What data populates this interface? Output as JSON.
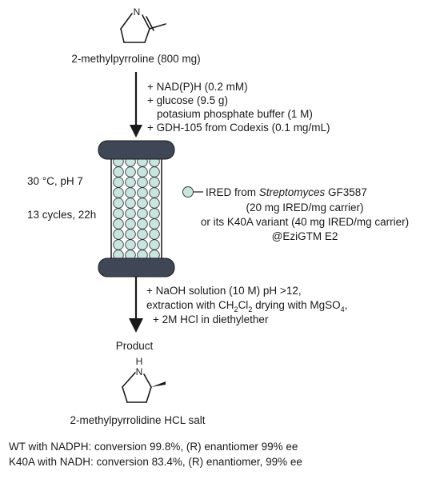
{
  "colors": {
    "ink": "#1a1a1a",
    "reactor_cap": "#3f4656",
    "bead_fill": "#c8e6df",
    "bead_stroke": "#3a3a3a"
  },
  "substrate": {
    "atom_N": "N",
    "name": "2-methylpyrroline (800 mg)"
  },
  "reagents": {
    "line1": "+ NAD(P)H (0.2 mM)",
    "line2": "+ glucose (9.5 g)",
    "line3": "potasium phosphate buffer (1 M)",
    "line4": "+ GDH-105 from Codexis (0.1 mg/mL)"
  },
  "conditions": {
    "temp": "30 °C, pH 7",
    "cycles": "13 cycles, 22h"
  },
  "enzyme": {
    "line1_pre": "IRED from ",
    "line1_italic": "Streptomyces",
    "line1_post": " GF3587",
    "line2": "(20 mg IRED/mg carrier)",
    "line3": "or its K40A variant (40 mg IRED/mg carrier)",
    "line4": "@EziGTM E2"
  },
  "workup": {
    "line1": "+ NaOH solution (10 M) pH >12,",
    "line2_a": "extraction with CH",
    "line2_sub1": "2",
    "line2_b": "Cl",
    "line2_sub2": "2",
    "line2_c": " drying with MgSO",
    "line2_sub3": "4",
    "line2_d": ",",
    "line3": "+ 2M HCl in diethylether"
  },
  "product": {
    "label": "Product",
    "atom_H": "H",
    "atom_N": "N",
    "name": "2-methylpyrrolidine HCL salt"
  },
  "results": {
    "wt": "WT with NADPH: conversion 99.8%, (R) enantiomer 99% ee",
    "k40a": "K40A with NADH: conversion 83.4%, (R) enantiomer, 99% ee"
  }
}
